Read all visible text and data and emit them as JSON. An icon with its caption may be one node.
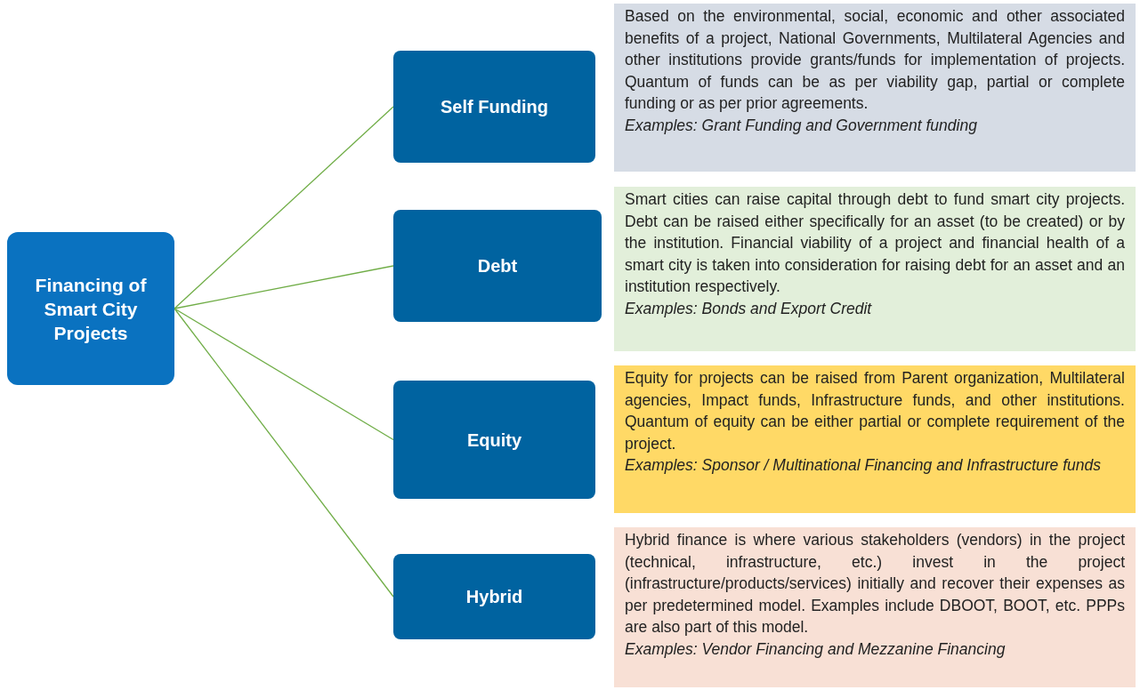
{
  "diagram": {
    "nodes": [
      {
        "text": [
          "Financing of Smart City Projects"
        ]
      },
      {
        "text": [
          "Self Funding"
        ]
      },
      {
        "text": [
          "Debt"
        ]
      },
      {
        "text": [
          "Equity"
        ]
      },
      {
        "text": [
          "Hybrid"
        ]
      },
      {
        "text": [
          "Based on the environmental, social, economic and other associated benefits of a project, National Governments, Multilateral Agencies and other institutions provide grants/funds for implementation of projects. Quantum of funds can be as per viability gap, partial or complete funding or as per prior agreements.",
          "Examples: Grant Funding and Government funding"
        ]
      },
      {
        "text": [
          "Smart cities can raise capital through debt to fund smart city projects. Debt can be raised either specifically for an asset (to be created) or by the institution.  Financial viability of a project and financial health of a smart city is taken into consideration for raising debt for an asset and an institution respectively.",
          "Examples: Bonds and Export Credit"
        ]
      },
      {
        "text": [
          "Equity for projects can be raised from Parent organization, Multilateral agencies, Impact funds, Infrastructure funds, and other institutions. Quantum of equity can be either partial or complete requirement of the project.",
          "Examples: Sponsor / Multinational Financing and Infrastructure funds"
        ]
      },
      {
        "text": [
          "Hybrid finance is where various stakeholders (vendors) in the project (technical, infrastructure, etc.) invest in the project (infrastructure/products/services) initially and recover their expenses as per predetermined model. Examples include DBOOT, BOOT, etc. PPPs are also part of this model.",
          "Examples: Vendor Financing and Mezzanine Financing"
        ]
      }
    ],
    "edges": [
      {
        "from": 0,
        "to": 1,
        "arrow": "none"
      },
      {
        "from": 0,
        "to": 2,
        "arrow": "none"
      },
      {
        "from": 0,
        "to": 3,
        "arrow": "none"
      },
      {
        "from": 0,
        "to": 4,
        "arrow": "none"
      }
    ]
  }
}
